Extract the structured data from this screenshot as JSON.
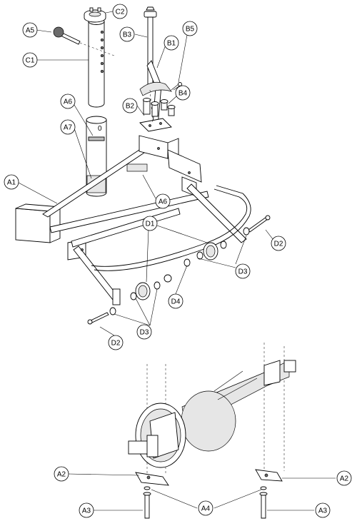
{
  "callouts": [
    {
      "id": "c2",
      "label": "C2"
    },
    {
      "id": "a5",
      "label": "A5"
    },
    {
      "id": "c1",
      "label": "C1"
    },
    {
      "id": "b3",
      "label": "B3"
    },
    {
      "id": "b5",
      "label": "B5"
    },
    {
      "id": "b1",
      "label": "B1"
    },
    {
      "id": "b4",
      "label": "B4"
    },
    {
      "id": "b2",
      "label": "B2"
    },
    {
      "id": "a6_top",
      "label": "A6"
    },
    {
      "id": "a7",
      "label": "A7"
    },
    {
      "id": "a1",
      "label": "A1"
    },
    {
      "id": "a6_frame",
      "label": "A6"
    },
    {
      "id": "d1",
      "label": "D1"
    },
    {
      "id": "d2_right",
      "label": "D2"
    },
    {
      "id": "d3_right",
      "label": "D3"
    },
    {
      "id": "d4",
      "label": "D4"
    },
    {
      "id": "d3_left",
      "label": "D3"
    },
    {
      "id": "d2_left",
      "label": "D2"
    },
    {
      "id": "a2_left",
      "label": "A2"
    },
    {
      "id": "a2_right",
      "label": "A2"
    },
    {
      "id": "a3_left",
      "label": "A3"
    },
    {
      "id": "a4",
      "label": "A4"
    },
    {
      "id": "a3_right",
      "label": "A3"
    }
  ],
  "post_label": "0"
}
